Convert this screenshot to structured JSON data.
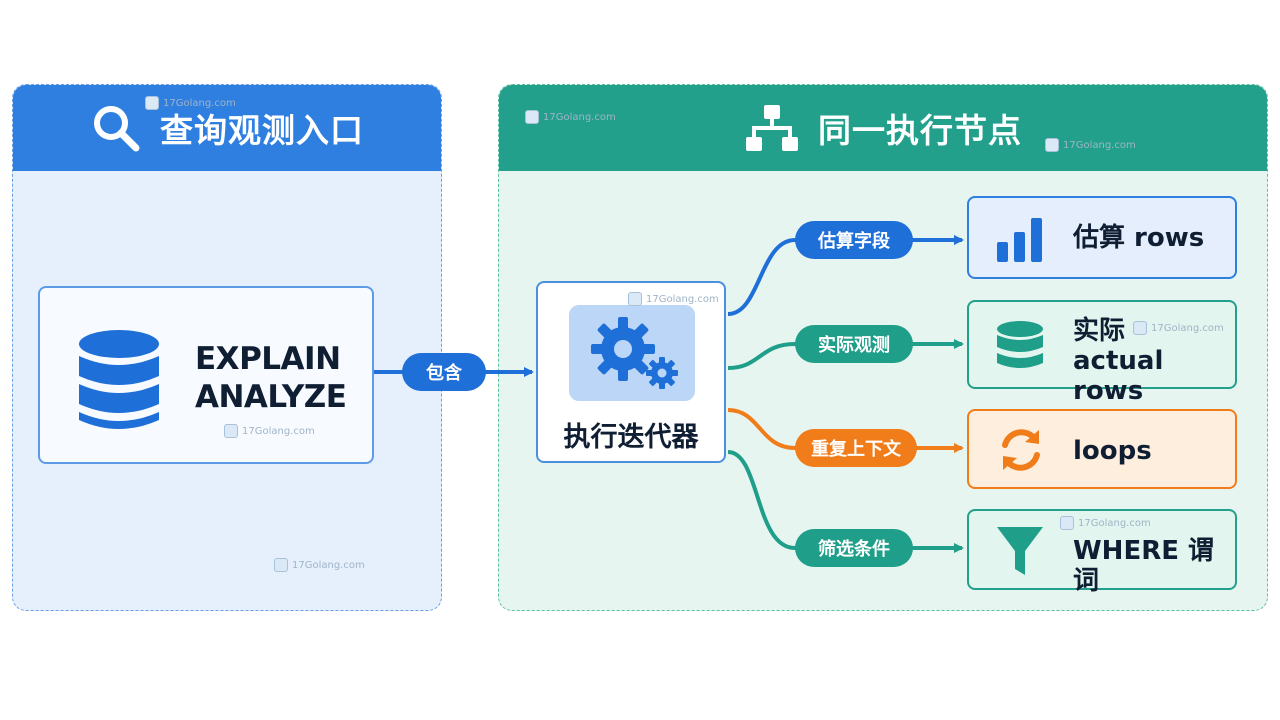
{
  "left_panel": {
    "title": "查询观测入口",
    "icon": "search-icon"
  },
  "right_panel": {
    "title": "同一执行节点",
    "icon": "hierarchy-icon"
  },
  "explain_node": {
    "line1": "EXPLAIN",
    "line2": "ANALYZE",
    "icon": "database-icon"
  },
  "contains_label": "包含",
  "iterator_node": {
    "label": "执行迭代器",
    "icon": "gears-icon"
  },
  "branches": [
    {
      "edge_label": "估算字段",
      "output_line1": "估算 rows",
      "output_line2": "",
      "icon": "bar-chart-icon",
      "color": "#1f6fd8"
    },
    {
      "edge_label": "实际观测",
      "output_line1": "实际",
      "output_line2": "actual rows",
      "icon": "database-icon",
      "color": "#1f9e89"
    },
    {
      "edge_label": "重复上下文",
      "output_line1": "loops",
      "output_line2": "",
      "icon": "refresh-icon",
      "color": "#f07d1a"
    },
    {
      "edge_label": "筛选条件",
      "output_line1": "WHERE 谓词",
      "output_line2": "",
      "icon": "filter-icon",
      "color": "#1f9e89"
    }
  ],
  "watermark": "17Golang.com"
}
